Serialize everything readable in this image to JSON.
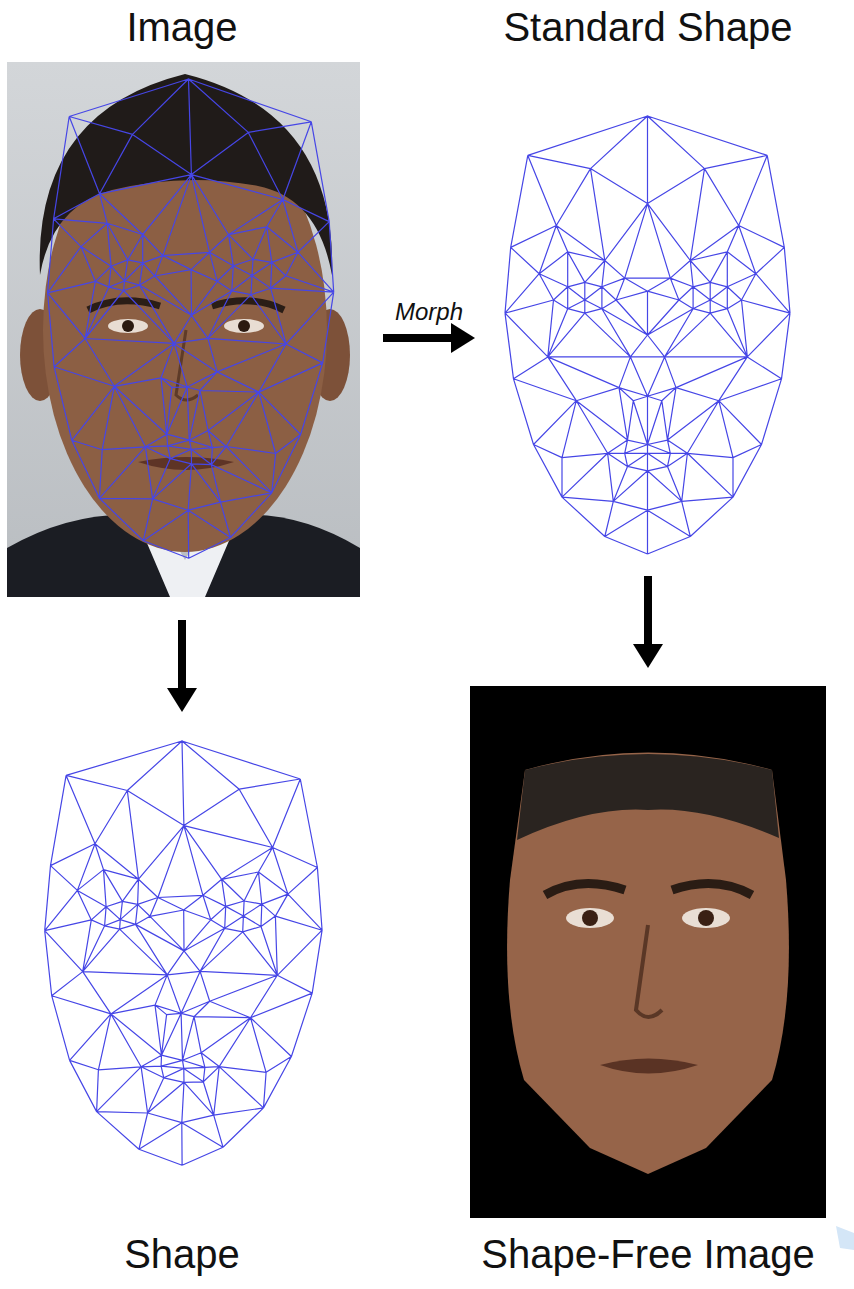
{
  "diagram": {
    "nodes": [
      {
        "text": [
          "Image"
        ]
      },
      {
        "text": [
          "Standard Shape"
        ]
      },
      {
        "text": [
          "Shape"
        ]
      },
      {
        "text": [
          "Shape-Free Image"
        ]
      }
    ],
    "edges": [
      {
        "from": 0,
        "to": 1,
        "arrow": "to",
        "label": "Morph"
      },
      {
        "from": 0,
        "to": 2,
        "arrow": "to"
      },
      {
        "from": 1,
        "to": 3,
        "arrow": "to"
      }
    ]
  }
}
